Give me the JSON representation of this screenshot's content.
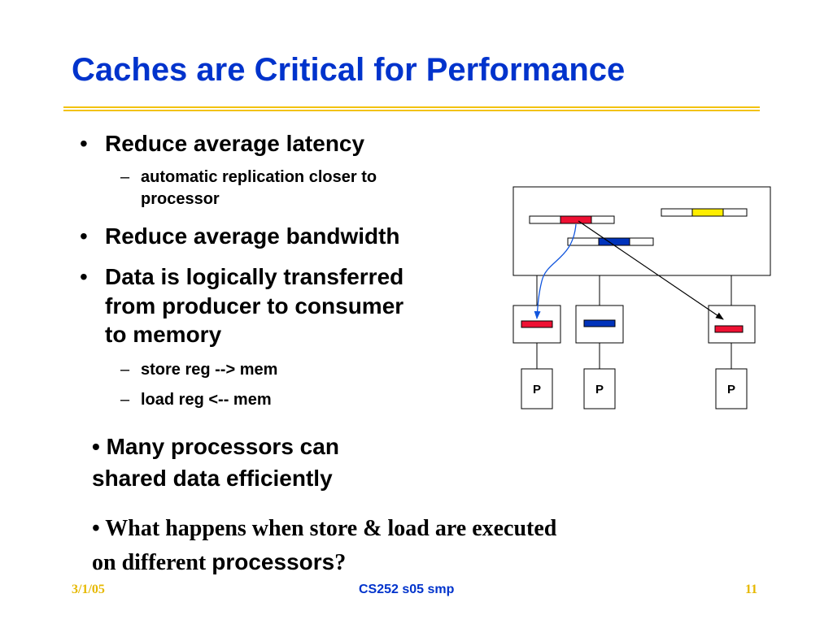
{
  "slide": {
    "title": "Caches are Critical for Performance",
    "bullets": [
      {
        "text": "Reduce average latency",
        "sub": [
          "automatic replication closer to",
          "processor"
        ]
      },
      {
        "text": "Reduce average bandwidth"
      },
      {
        "lines": [
          "Data is logically transferred",
          "from producer to consumer",
          "to memory"
        ],
        "sub_items": [
          "store reg --> mem",
          "load  reg <-- mem"
        ]
      }
    ],
    "bullet_glyph": "•",
    "dash_glyph": "–",
    "para1": {
      "line1": "• Many processors can",
      "line2": "shared data efficiently"
    },
    "para2": {
      "line1": "• What happens when store & load are executed",
      "line2_prefix": "on different ",
      "line2_word": "processors",
      "line2_suffix": "?"
    }
  },
  "diagram": {
    "processor_label": "P",
    "colors": {
      "red": "#ee1133",
      "blue": "#0033bb",
      "yellow": "#ffee00",
      "arrow_blue": "#1155dd",
      "arrow_black": "#000000"
    }
  },
  "footer": {
    "date": "3/1/05",
    "course": "CS252 s05 smp",
    "page": "11"
  },
  "colors": {
    "title": "#0033cc",
    "rule": "#f2c20f",
    "footer_side": "#e6b800"
  }
}
